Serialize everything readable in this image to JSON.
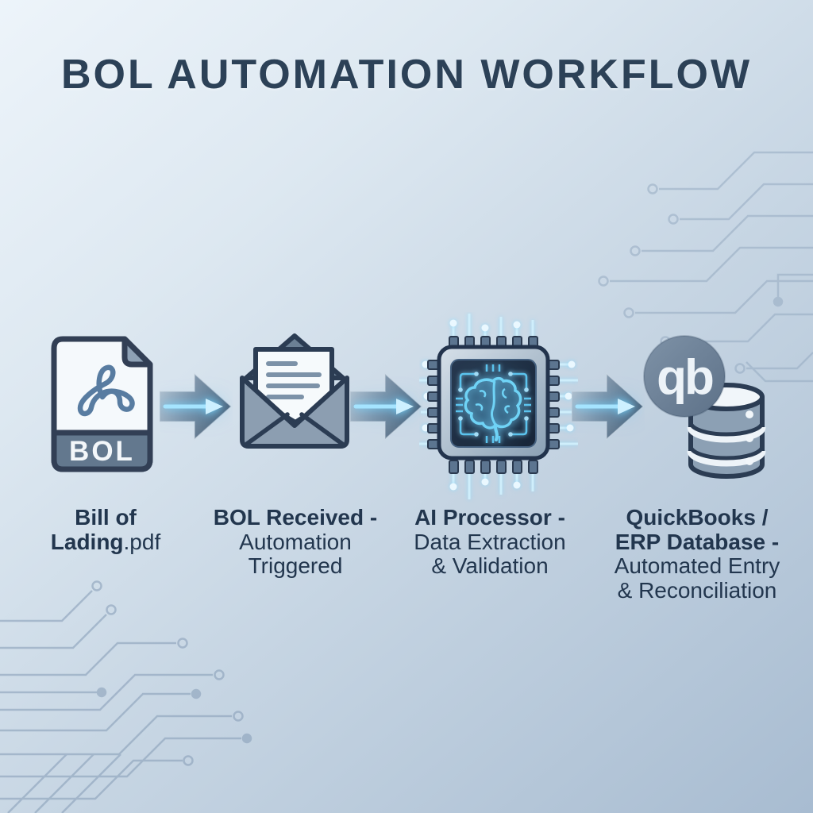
{
  "title": "BOL AUTOMATION WORKFLOW",
  "colors": {
    "background_top": "#edf4fa",
    "background_bottom": "#a8bcd1",
    "title_navy": "#2c4157",
    "caption_navy": "#22364e",
    "icon_outline_navy": "#2e3f55",
    "icon_slate": "#8c9eb1",
    "glow_cyan": "#7fd8f8",
    "circuit_line": "#96abc2"
  },
  "stages": [
    {
      "name": "bill-of-lading-pdf",
      "icon": "pdf-file-icon",
      "file_badge": "BOL",
      "caption": [
        [
          {
            "t": "Bill of",
            "b": true
          }
        ],
        [
          {
            "t": "Lading",
            "b": true
          },
          {
            "t": ".pdf",
            "b": false
          }
        ]
      ]
    },
    {
      "name": "bol-received",
      "icon": "email-envelope-icon",
      "caption": [
        [
          {
            "t": "BOL Received -",
            "b": true
          }
        ],
        [
          {
            "t": "Automation",
            "b": false
          }
        ],
        [
          {
            "t": "Triggered",
            "b": false
          }
        ]
      ]
    },
    {
      "name": "ai-processor",
      "icon": "ai-chip-icon",
      "caption": [
        [
          {
            "t": "AI Processor -",
            "b": true
          }
        ],
        [
          {
            "t": "Data Extraction",
            "b": false
          }
        ],
        [
          {
            "t": "& Validation",
            "b": false
          }
        ]
      ]
    },
    {
      "name": "quickbooks-erp-database",
      "icon": "quickbooks-database-icon",
      "qb_monogram": "qb",
      "caption": [
        [
          {
            "t": "QuickBooks /",
            "b": true
          }
        ],
        [
          {
            "t": "ERP Database -",
            "b": true
          }
        ],
        [
          {
            "t": "Automated Entry",
            "b": false
          }
        ],
        [
          {
            "t": "& Reconciliation",
            "b": false
          }
        ]
      ]
    }
  ]
}
